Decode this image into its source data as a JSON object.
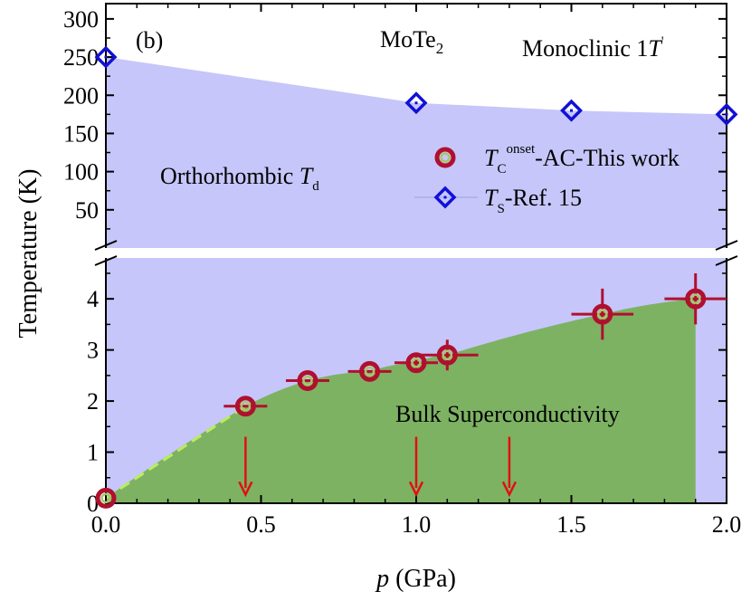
{
  "chart_data": {
    "type": "scatter",
    "panel_label": "(b)",
    "material": {
      "main": "MoTe",
      "sub": "2"
    },
    "xlabel": {
      "var": "p",
      "unit": "(GPa)"
    },
    "ylabel": "Temperature (K)",
    "xlim": [
      0,
      2.0
    ],
    "x_ticks": [
      "0.0",
      "0.5",
      "1.0",
      "1.5",
      "2.0"
    ],
    "ylim_upper": [
      0,
      320
    ],
    "y_ticks_upper": [
      "50",
      "100",
      "150",
      "200",
      "250",
      "300"
    ],
    "ylim_lower": [
      0,
      4.8
    ],
    "y_ticks_lower": [
      "0",
      "1",
      "2",
      "3",
      "4"
    ],
    "broken_y_axis": true,
    "legend_position": "center-right",
    "regions": {
      "monoclinic": {
        "text": "Monoclinic 1",
        "var": "T",
        "sup": "'"
      },
      "orthorhombic": {
        "text": "Orthorhombic ",
        "var": "T",
        "sub": "d"
      },
      "superconducting": "Bulk Superconductivity"
    },
    "series": [
      {
        "name": {
          "var": "T",
          "sub": "C",
          "sup": "onset",
          "rest": "-AC-This work"
        },
        "points": [
          {
            "x": 0.0,
            "y": 0.1,
            "xerr": 0.0,
            "yerr": 0.0
          },
          {
            "x": 0.45,
            "y": 1.9,
            "xerr": 0.07,
            "yerr": 0.0
          },
          {
            "x": 0.65,
            "y": 2.4,
            "xerr": 0.07,
            "yerr": 0.0
          },
          {
            "x": 0.85,
            "y": 2.58,
            "xerr": 0.07,
            "yerr": 0.0
          },
          {
            "x": 1.0,
            "y": 2.75,
            "xerr": 0.07,
            "yerr": 0.15
          },
          {
            "x": 1.1,
            "y": 2.9,
            "xerr": 0.1,
            "yerr": 0.3
          },
          {
            "x": 1.6,
            "y": 3.7,
            "xerr": 0.1,
            "yerr": 0.5
          },
          {
            "x": 1.9,
            "y": 4.0,
            "xerr": 0.1,
            "yerr": 0.5
          }
        ]
      },
      {
        "name": {
          "var": "T",
          "sub": "S",
          "rest": "-Ref. 15"
        },
        "points": [
          {
            "x": 0.0,
            "y": 250
          },
          {
            "x": 1.0,
            "y": 190
          },
          {
            "x": 1.5,
            "y": 180
          },
          {
            "x": 2.0,
            "y": 175
          }
        ]
      }
    ],
    "arrows_at_p": [
      0.45,
      1.0,
      1.3
    ],
    "colors": {
      "structural_region": "#c6c6fa",
      "superconducting_region": "#7db263",
      "tc_marker_edge": "#b0102f",
      "tc_marker_ring": "#a8c76a",
      "ts_marker": "#1010d8",
      "arrow": "#e01010",
      "dashed_line": "#b8ee5a"
    }
  }
}
